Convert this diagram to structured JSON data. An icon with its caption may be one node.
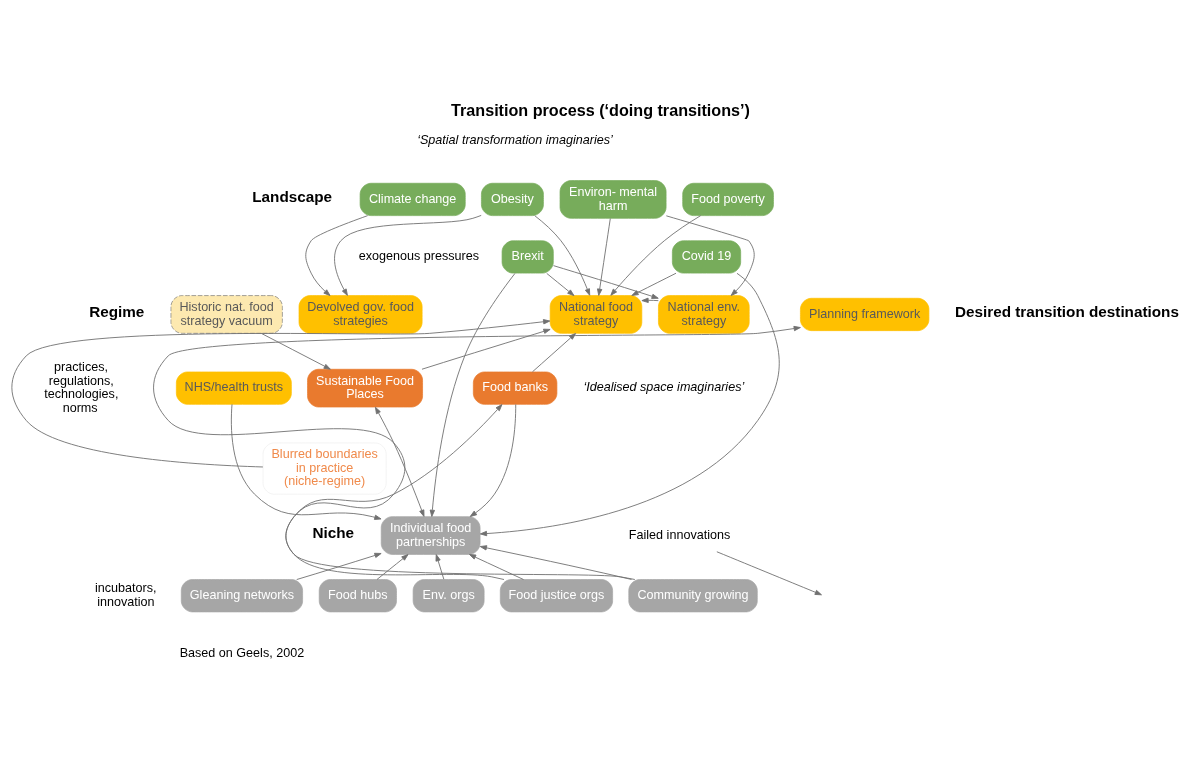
{
  "diagram": {
    "title": "Transition process (‘doing transitions’)",
    "caption": "Based on Geels, 2002",
    "nodes": [
      {
        "text": [
          "Climate change"
        ]
      },
      {
        "text": [
          "Obesity"
        ]
      },
      {
        "text": [
          "Environ- mental harm"
        ]
      },
      {
        "text": [
          "Food poverty"
        ]
      },
      {
        "text": [
          "Brexit"
        ]
      },
      {
        "text": [
          "Covid 19"
        ]
      },
      {
        "text": [
          "Historic nat. food strategy vacuum"
        ]
      },
      {
        "text": [
          "Devolved gov. food strategies"
        ]
      },
      {
        "text": [
          "National food strategy"
        ]
      },
      {
        "text": [
          "Planning framework"
        ]
      },
      {
        "text": [
          "National env. strategy"
        ]
      },
      {
        "text": [
          "NHS/health trusts"
        ]
      },
      {
        "text": [
          "Sustainable Food Places"
        ]
      },
      {
        "text": [
          "Food banks"
        ]
      },
      {
        "text": [
          "Blurred boundaries in practice (niche-regime)"
        ]
      },
      {
        "text": [
          "Individual food partnerships"
        ]
      },
      {
        "text": [
          "Gleaning networks"
        ]
      },
      {
        "text": [
          "Food hubs"
        ]
      },
      {
        "text": [
          "Env. orgs"
        ]
      },
      {
        "text": [
          "Food justice orgs"
        ]
      },
      {
        "text": [
          "Community growing"
        ]
      },
      {
        "text": [
          "Failed innovations"
        ]
      }
    ],
    "edges": [
      {
        "from": 0,
        "to": 7,
        "arrow": "to"
      },
      {
        "from": 1,
        "to": 7,
        "arrow": "to"
      },
      {
        "from": 1,
        "to": 8,
        "arrow": "to"
      },
      {
        "from": 2,
        "to": 8,
        "arrow": "to"
      },
      {
        "from": 2,
        "to": 10,
        "arrow": "to"
      },
      {
        "from": 3,
        "to": 8,
        "arrow": "to"
      },
      {
        "from": 4,
        "to": 8,
        "arrow": "to"
      },
      {
        "from": 4,
        "to": 10,
        "arrow": "to"
      },
      {
        "from": 4,
        "to": 15,
        "arrow": "to"
      },
      {
        "from": 5,
        "to": 8,
        "arrow": "to"
      },
      {
        "from": 5,
        "to": 15,
        "arrow": "to"
      },
      {
        "from": 6,
        "to": 12,
        "arrow": "to"
      },
      {
        "from": 12,
        "to": 8,
        "arrow": "to"
      },
      {
        "from": 14,
        "to": 8,
        "arrow": "to"
      },
      {
        "from": 13,
        "to": 8,
        "arrow": "to"
      },
      {
        "from": 10,
        "to": 8,
        "arrow": "to"
      },
      {
        "from": 11,
        "to": 15,
        "arrow": "to"
      },
      {
        "from": 13,
        "to": 15,
        "arrow": "to"
      },
      {
        "from": 12,
        "to": 15,
        "arrow": "both"
      },
      {
        "from": 16,
        "to": 15,
        "arrow": "to"
      },
      {
        "from": 17,
        "to": 15,
        "arrow": "to"
      },
      {
        "from": 18,
        "to": 15,
        "arrow": "to"
      },
      {
        "from": 19,
        "to": 15,
        "arrow": "to"
      },
      {
        "from": 19,
        "to": 13,
        "arrow": "to"
      },
      {
        "from": 20,
        "to": 15,
        "arrow": "to"
      },
      {
        "from": 20,
        "to": 9,
        "arrow": "to"
      },
      {
        "from": 21,
        "to": null,
        "arrow": "to"
      }
    ],
    "labels": [
      "‘Spatial transformation imaginaries’",
      "Landscape",
      "exogenous pressures",
      "Regime",
      "practices, regulations, technologies, norms",
      "Niche",
      "incubators, innovation",
      "Desired transition destinations",
      "‘Idealised space imaginaries’"
    ]
  }
}
